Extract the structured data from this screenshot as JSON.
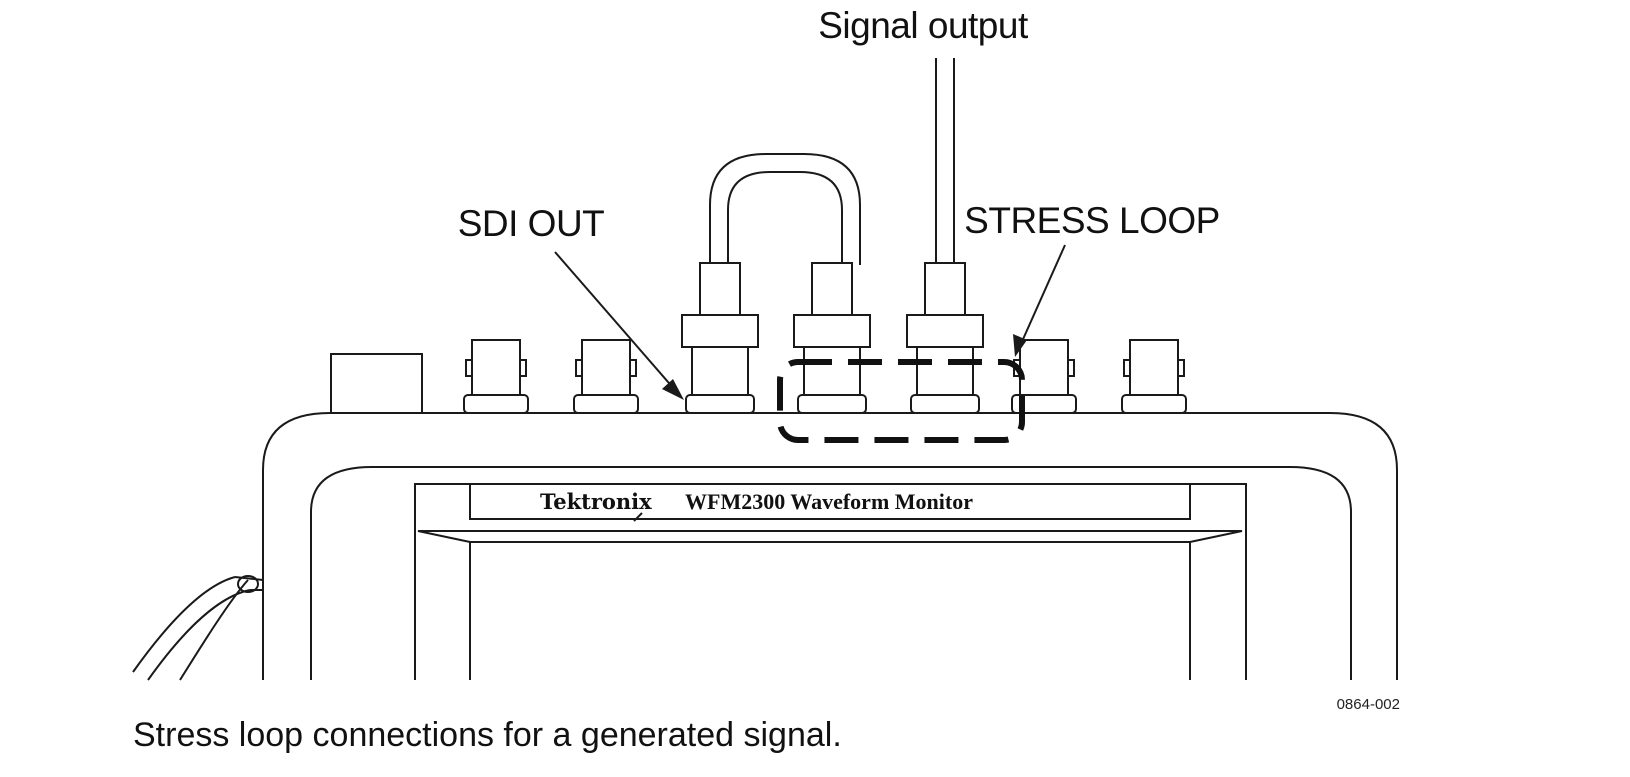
{
  "labels": {
    "signal_output": "Signal output",
    "sdi_out": "SDI OUT",
    "stress_loop": "STRESS LOOP"
  },
  "device": {
    "brand": "Tektronix",
    "model": "WFM2300 Waveform Monitor"
  },
  "figure_number": "0864-002",
  "caption": "Stress loop connections for a generated signal.",
  "colors": {
    "line": "#1a1a1a",
    "background": "#ffffff"
  }
}
